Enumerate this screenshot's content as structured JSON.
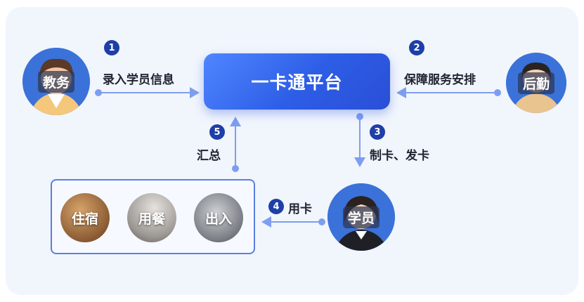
{
  "platform": {
    "label": "一卡通平台"
  },
  "roles": {
    "academic": "教务",
    "logistics": "后勤",
    "student": "学员"
  },
  "steps": [
    {
      "number": "1",
      "label": "录入学员信息"
    },
    {
      "number": "2",
      "label": "保障服务安排"
    },
    {
      "number": "3",
      "label": "制卡、发卡"
    },
    {
      "number": "4",
      "label": "用卡"
    },
    {
      "number": "5",
      "label": "汇总"
    }
  ],
  "locations": [
    "住宿",
    "用餐",
    "出入"
  ],
  "colors": {
    "accent": "#2d5de6",
    "badge": "#1e3fa8",
    "arrow": "#7d9ef0",
    "panel": "#f1f5fc"
  }
}
